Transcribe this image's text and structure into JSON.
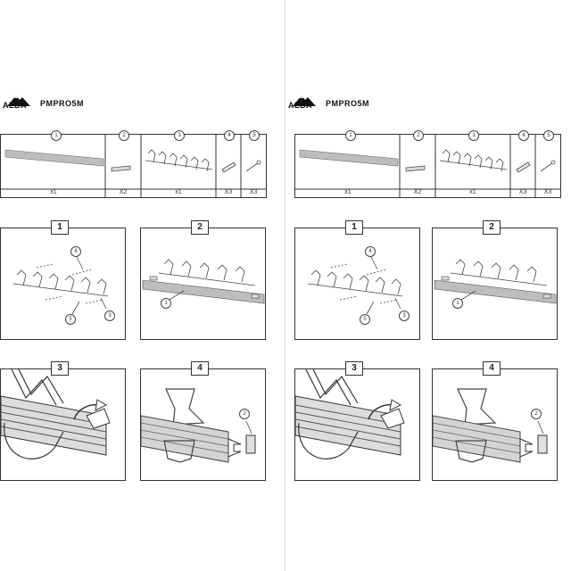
{
  "brand": "ALBA",
  "model": "PMPRO5M",
  "parts": [
    {
      "number": "1",
      "qty": "x1"
    },
    {
      "number": "2",
      "qty": "X2"
    },
    {
      "number": "3",
      "qty": "x1"
    },
    {
      "number": "4",
      "qty": "X3"
    },
    {
      "number": "5",
      "qty": "X3"
    }
  ],
  "steps": [
    {
      "number": "1",
      "callouts": [
        "4",
        "5",
        "3"
      ]
    },
    {
      "number": "2",
      "callouts": [
        "1"
      ]
    },
    {
      "number": "3",
      "callouts": []
    },
    {
      "number": "4",
      "callouts": [
        "2"
      ]
    }
  ]
}
